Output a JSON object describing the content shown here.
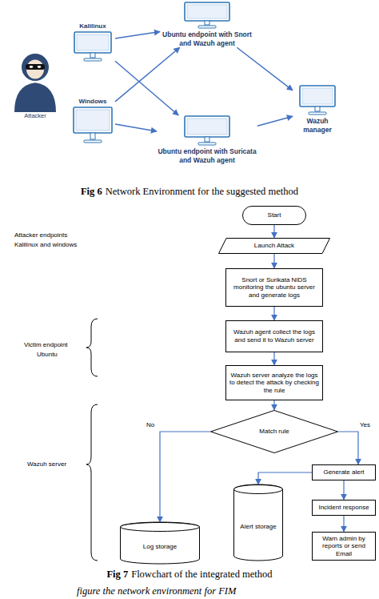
{
  "diagram": {
    "nodes": [
      {
        "text": [
          "Attacker"
        ]
      },
      {
        "text": [
          "Kalilinux"
        ]
      },
      {
        "text": [
          "Windows"
        ]
      },
      {
        "text": [
          "Ubuntu endpoint with Snort and Wazuh agent"
        ]
      },
      {
        "text": [
          "Ubuntu endpoint with Suricata and Wazuh agent"
        ]
      },
      {
        "text": [
          "Wazuh manager"
        ]
      },
      {
        "text": [
          "Start"
        ]
      },
      {
        "text": [
          "Launch Attack"
        ]
      },
      {
        "text": [
          "Snort or Surikata NIDS monitoring the ubuntu server and generate logs"
        ]
      },
      {
        "text": [
          "Wazuh agent collect the logs and send it to Wazuh server"
        ]
      },
      {
        "text": [
          "Wazuh server analyze the logs to detect the attack by checking the rule"
        ]
      },
      {
        "text": [
          "Match rule"
        ]
      },
      {
        "text": [
          "Generate alert"
        ]
      },
      {
        "text": [
          "Incident response"
        ]
      },
      {
        "text": [
          "Alert storage"
        ]
      },
      {
        "text": [
          "Log storage"
        ]
      },
      {
        "text": [
          "Warn admin by reports or send Email"
        ]
      }
    ],
    "edges": [
      {
        "from": 1,
        "to": 3,
        "arrow": "to"
      },
      {
        "from": 1,
        "to": 4,
        "arrow": "to"
      },
      {
        "from": 2,
        "to": 3,
        "arrow": "to"
      },
      {
        "from": 2,
        "to": 4,
        "arrow": "to"
      },
      {
        "from": 3,
        "to": 5,
        "arrow": "to"
      },
      {
        "from": 4,
        "to": 5,
        "arrow": "to"
      },
      {
        "from": 6,
        "to": 7,
        "arrow": "to"
      },
      {
        "from": 7,
        "to": 8,
        "arrow": "to"
      },
      {
        "from": 8,
        "to": 9,
        "arrow": "to"
      },
      {
        "from": 9,
        "to": 10,
        "arrow": "to"
      },
      {
        "from": 10,
        "to": 11,
        "arrow": "to"
      },
      {
        "from": 11,
        "to": 15,
        "label": "No",
        "arrow": "to"
      },
      {
        "from": 11,
        "to": 12,
        "label": "Yes",
        "arrow": "to"
      },
      {
        "from": 12,
        "to": 13,
        "arrow": "to"
      },
      {
        "from": 13,
        "to": 16,
        "arrow": "to"
      },
      {
        "from": 12,
        "to": 14,
        "arrow": "to"
      }
    ],
    "labels": [
      "Fig 6",
      "Network Environment for the suggested method",
      "Attacker endpoints",
      "Kalilinux and windows",
      "Victim endpoint",
      "Ubuntu",
      "Wazuh server",
      "Fig 7",
      "Flowchart of the integrated method",
      "figure the network environment for FIM"
    ]
  }
}
